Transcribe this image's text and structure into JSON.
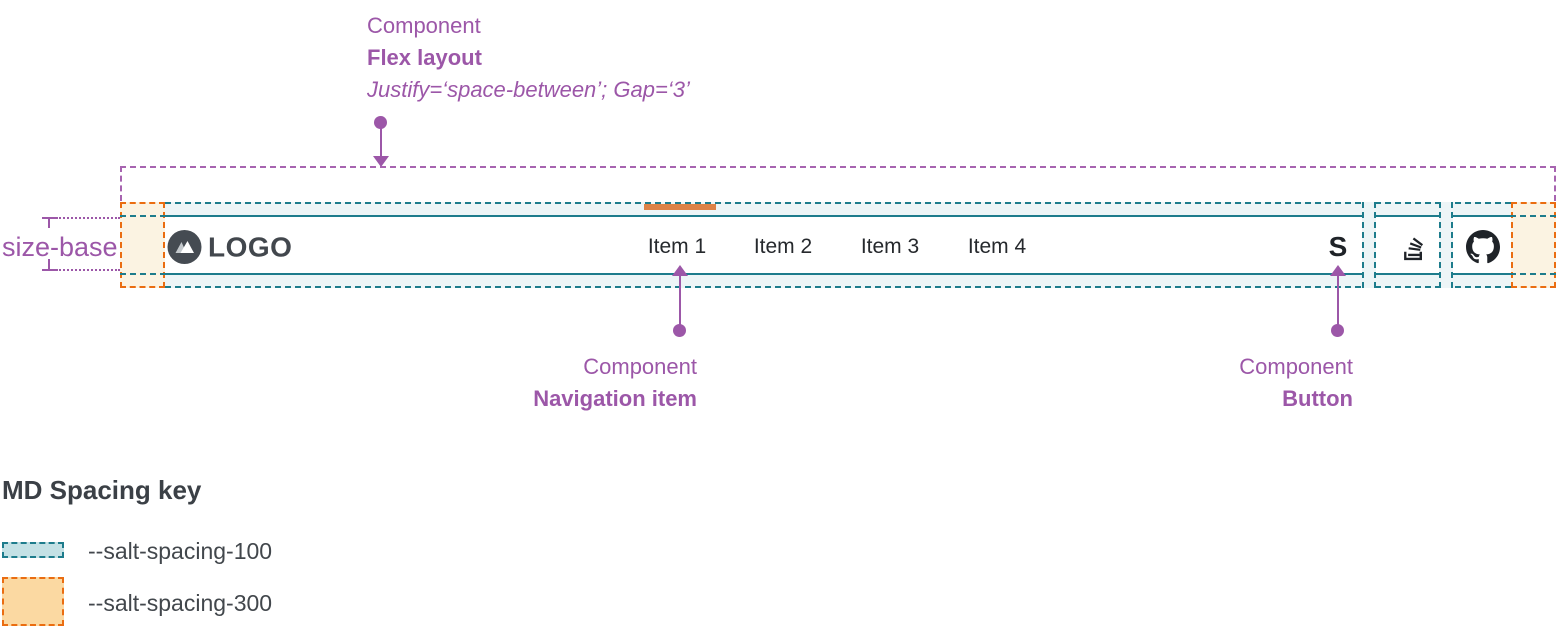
{
  "annotations": {
    "flex_layout": {
      "eyebrow": "Component",
      "title": "Flex layout",
      "detail": "Justify=‘space-between’; Gap=‘3’"
    },
    "size_base": {
      "label": "size-base"
    },
    "navigation_item": {
      "eyebrow": "Component",
      "title": "Navigation item"
    },
    "button": {
      "eyebrow": "Component",
      "title": "Button"
    }
  },
  "navbar": {
    "logo": {
      "text": "LOGO",
      "icon": "mountain-in-circle"
    },
    "items": [
      {
        "label": "Item 1",
        "active": true
      },
      {
        "label": "Item 2",
        "active": false
      },
      {
        "label": "Item 3",
        "active": false
      },
      {
        "label": "Item 4",
        "active": false
      }
    ],
    "actions": [
      {
        "name": "salt-symbol-button",
        "glyph": "S"
      },
      {
        "name": "stackoverflow-button",
        "icon": "stackoverflow"
      },
      {
        "name": "github-button",
        "icon": "github"
      }
    ]
  },
  "legend": {
    "title": "MD Spacing key",
    "items": [
      {
        "token": "--salt-spacing-100",
        "fill": "#c3e1e5",
        "border": "#1d7c8c"
      },
      {
        "token": "--salt-spacing-300",
        "fill": "#fbd9a2",
        "border": "#ea6d11"
      }
    ]
  },
  "colors": {
    "annotation_purple": "#9c57a8",
    "spacing_100_border": "#1d7c8c",
    "spacing_100_fill_light": "#edf5f7",
    "spacing_300_border": "#ea6d11",
    "spacing_300_fill_light": "#fbf3e2",
    "active_indicator": "#dd8247",
    "nav_text": "#26292d",
    "logo_dark": "#454b52"
  }
}
